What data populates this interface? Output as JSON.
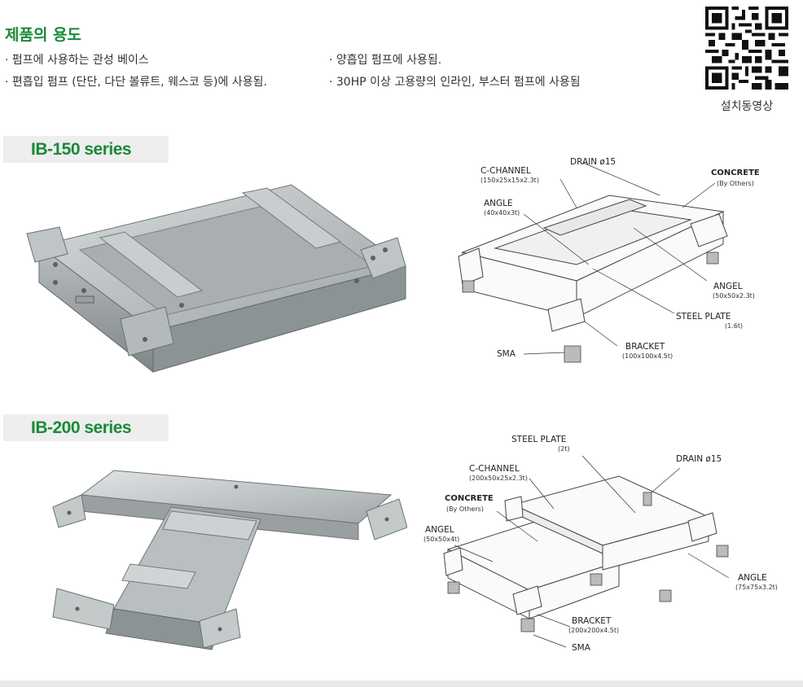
{
  "header": {
    "title": "제품의 용도",
    "bullets": [
      "· 펌프에 사용하는 관성 베이스",
      "· 편흡입 펌프 (단단, 다단 볼류트, 웨스코 등)에 사용됨.",
      "· 양흡입 펌프에 사용됨.",
      "·  30HP 이상 고용량의 인라인, 부스터 펌프에 사용됨"
    ],
    "qr_caption": "설치동영상"
  },
  "series": [
    {
      "name": "IB-150 series",
      "labels": {
        "drain": "DRAIN ø15",
        "c_channel": "C-CHANNEL",
        "c_channel_spec": "(150x25x15x2.3t)",
        "concrete": "CONCRETE",
        "concrete_spec": "(By Others)",
        "angle": "ANGLE",
        "angle_spec": "(40x40x3t)",
        "angel": "ANGEL",
        "angel_spec": "(50x50x2.3t)",
        "steel_plate": "STEEL PLATE",
        "steel_plate_spec": "(1.6t)",
        "bracket": "BRACKET",
        "bracket_spec": "(100x100x4.5t)",
        "sma": "SMA"
      }
    },
    {
      "name": "IB-200 series",
      "labels": {
        "steel_plate": "STEEL PLATE",
        "steel_plate_spec": "(2t)",
        "c_channel": "C-CHANNEL",
        "c_channel_spec": "(200x50x25x2.3t)",
        "drain": "DRAIN ø15",
        "concrete": "CONCRETE",
        "concrete_spec": "(By Others)",
        "angel": "ANGEL",
        "angel_spec": "(50x50x4t)",
        "angle": "ANGLE",
        "angle_spec": "(75x75x3.2t)",
        "bracket": "BRACKET",
        "bracket_spec": "(200x200x4.5t)",
        "sma": "SMA"
      }
    }
  ]
}
